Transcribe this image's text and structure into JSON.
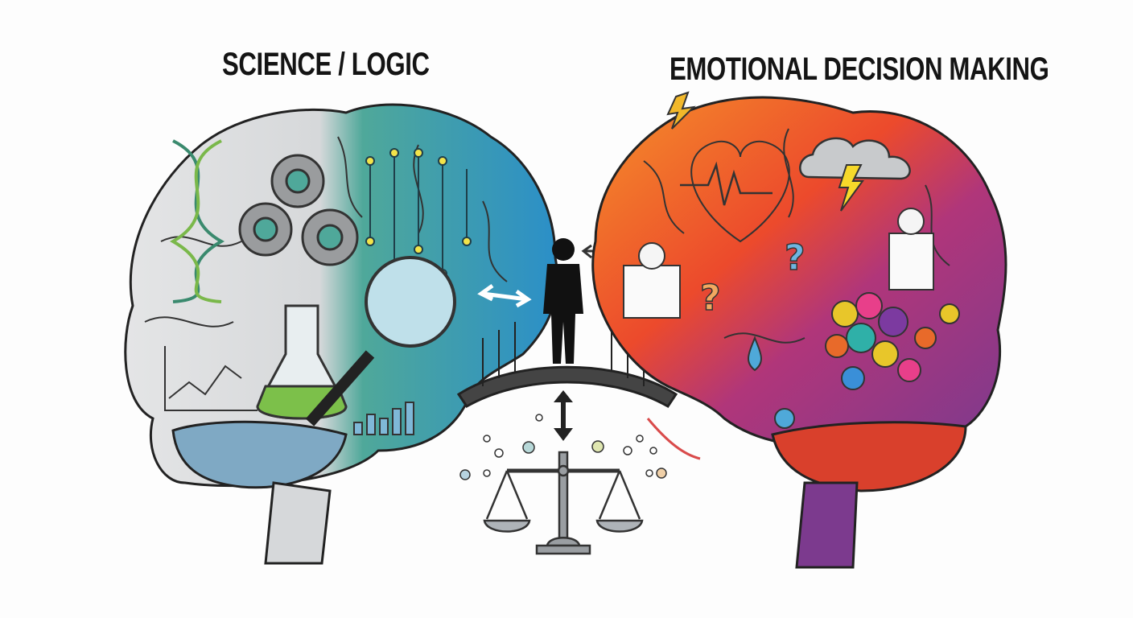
{
  "titles": {
    "left": "SCIENCE / LOGIC",
    "right": "EMOTIONAL DECISION MAKING"
  },
  "left_hemisphere": {
    "theme": "science-logic",
    "colors": {
      "gray": "#d9dbdc",
      "teal": "#4fa89a",
      "blue": "#2b8fc8",
      "cerebellum": "#7fa9c4"
    },
    "icons": [
      "dna-helix-icon",
      "gears-icon",
      "circuit-board-icon",
      "flask-icon",
      "magnifier-icon",
      "line-chart-icon",
      "bar-chart-icon"
    ]
  },
  "right_hemisphere": {
    "theme": "emotion",
    "colors": {
      "orange": "#f08a2a",
      "red": "#e8402e",
      "purple": "#8b3a8f",
      "cerebellum": "#d9402c"
    },
    "icons": [
      "lightning-icon",
      "heartbeat-icon",
      "storm-cloud-icon",
      "question-mark-icon",
      "thinking-person-icon",
      "water-drop-icon",
      "color-swirl-icon"
    ]
  },
  "center": {
    "icons": [
      "person-silhouette-icon",
      "bridge-icon",
      "two-way-arrow-icon",
      "vertical-arrow-icon",
      "balance-scale-icon"
    ]
  }
}
